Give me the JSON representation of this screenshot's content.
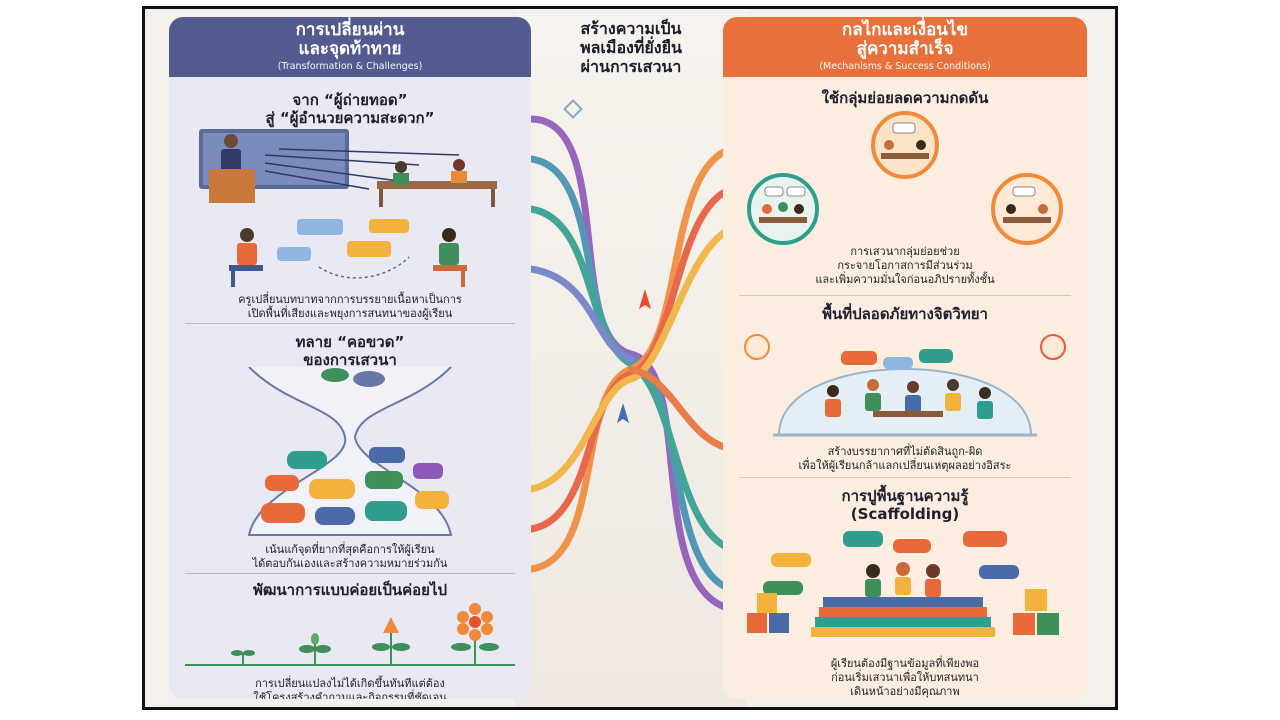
{
  "center": {
    "title_l1": "สร้างความเป็น",
    "title_l2": "พลเมืองที่ยั่งยืน",
    "title_l3": "ผ่านการเสวนา"
  },
  "left": {
    "header_l1": "การเปลี่ยนผ่าน",
    "header_l2": "และจุดท้าทาย",
    "header_sub": "(Transformation & Challenges)",
    "s1_title_l1": "จาก “ผู้ถ่ายทอด”",
    "s1_title_l2": "สู่ “ผู้อำนวยความสะดวก”",
    "s1_cap_l1": "ครูเปลี่ยนบทบาทจากการบรรยายเนื้อหาเป็นการ",
    "s1_cap_l2": "เปิดพื้นที่เสียงและพยุงการสนทนาของผู้เรียน",
    "s2_title_l1": "ทลาย “คอขวด”",
    "s2_title_l2": "ของการเสวนา",
    "s2_cap_l1": "เน้นแก้จุดที่ยากที่สุดคือการให้ผู้เรียน",
    "s2_cap_l2": "ได้ตอบกันเองและสร้างความหมายร่วมกัน",
    "s3_title": "พัฒนาการแบบค่อยเป็นค่อยไป",
    "s3_cap_l1": "การเปลี่ยนแปลงไม่ได้เกิดขึ้นทันทีแต่ต้อง",
    "s3_cap_l2": "ใช้โครงสร้างคำถามและกิจกรรมที่ชัดเจน"
  },
  "right": {
    "header_l1": "กลไกและเงื่อนไข",
    "header_l2": "สู่ความสำเร็จ",
    "header_sub": "(Mechanisms & Success Conditions)",
    "s1_title": "ใช้กลุ่มย่อยลดความกดดัน",
    "s1_cap_l1": "การเสวนากลุ่มย่อยช่วย",
    "s1_cap_l2": "กระจายโอกาสการมีส่วนร่วม",
    "s1_cap_l3": "และเพิ่มความมั่นใจก่อนอภิปรายทั้งชั้น",
    "s2_title": "พื้นที่ปลอดภัยทางจิตวิทยา",
    "s2_cap_l1": "สร้างบรรยากาศที่ไม่ตัดสินถูก-ผิด",
    "s2_cap_l2": "เพื่อให้ผู้เรียนกล้าแลกเปลี่ยนเหตุผลอย่างอิสระ",
    "s3_title_l1": "การปูพื้นฐานความรู้",
    "s3_title_l2": "(Scaffolding)",
    "s3_cap_l1": "ผู้เรียนต้องมีฐานข้อมูลที่เพียงพอ",
    "s3_cap_l2": "ก่อนเริ่มเสวนาเพื่อให้บทสนทนา",
    "s3_cap_l3": "เดินหน้าอย่างมีคุณภาพ"
  },
  "colors": {
    "left_header": "#525a8f",
    "right_header": "#e8703a",
    "accent_teal": "#2f9e8f",
    "accent_orange": "#f08a3a"
  }
}
